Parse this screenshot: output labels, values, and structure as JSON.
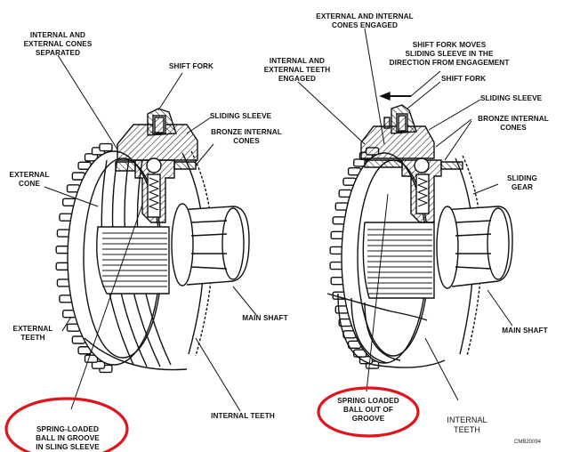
{
  "figure": {
    "left": {
      "labels": {
        "cones_separated": "INTERNAL AND\nEXTERNAL CONES\nSEPARATED",
        "shift_fork": "SHIFT FORK",
        "sliding_sleeve": "SLIDING SLEEVE",
        "bronze_cones": "BRONZE INTERNAL\nCONES",
        "external_cone": "EXTERNAL\nCONE",
        "main_shaft": "MAIN SHAFT",
        "external_teeth": "EXTERNAL\nTEETH",
        "internal_teeth": "INTERNAL TEETH",
        "ball_in_groove": "SPRING-LOADED\nBALL IN GROOVE\nIN SLING SLEEVE"
      }
    },
    "right": {
      "labels": {
        "cones_engaged": "EXTERNAL AND INTERNAL\nCONES ENGAGED",
        "fork_moves": "SHIFT FORK MOVES\nSLIDING SLEEVE IN THE\nDIRECTION FROM ENGAGEMENT",
        "teeth_engaged": "INTERNAL AND\nEXTERNAL TEETH\nENGAGED",
        "shift_fork": "SHIFT FORK",
        "sliding_sleeve": "SLIDING SLEEVE",
        "bronze_cones": "BRONZE INTERNAL\nCONES",
        "sliding_gear": "SLIDING\nGEAR",
        "main_shaft": "MAIN SHAFT",
        "internal_teeth": "INTERNAL\nTEETH",
        "ball_out": "SPRING LOADED\nBALL OUT OF\nGROOVE"
      }
    },
    "figure_code": "CMB20094",
    "highlight_color": "#e0141c",
    "line_color": "#111111"
  }
}
